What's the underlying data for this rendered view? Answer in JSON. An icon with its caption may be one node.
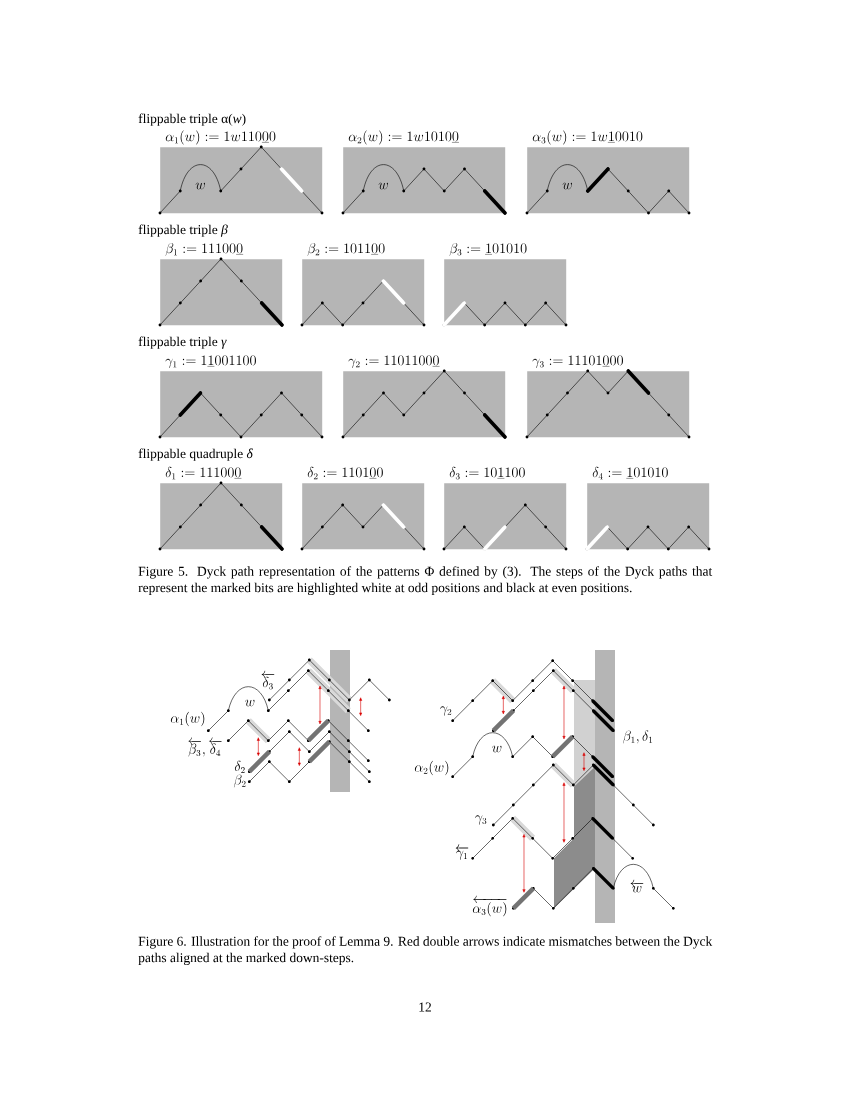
{
  "diagram": {
    "nodes": [
      {
        "text": [
          "\\alpha_1(w) := 1w110\\underline{0}0",
          "w"
        ]
      },
      {
        "text": [
          "\\alpha_2(w) := 1w1010\\underline{0}",
          "w"
        ]
      },
      {
        "text": [
          "\\alpha_3(w) := 1w\\underline{1}0010",
          "w"
        ]
      },
      {
        "text": [
          "\\beta_1 := 11100\\underline{0}"
        ]
      },
      {
        "text": [
          "\\beta_2 := 1011\\underline{0}0"
        ]
      },
      {
        "text": [
          "\\beta_3 := \\underline{1}01010"
        ]
      },
      {
        "text": [
          "\\gamma_1 := 1\\underline{1}001100"
        ]
      },
      {
        "text": [
          "\\gamma_2 := 1101100\\underline{0}"
        ]
      },
      {
        "text": [
          "\\gamma_3 := 11101\\underline{0}00"
        ]
      },
      {
        "text": [
          "\\delta_1 := 11100\\underline{0}"
        ]
      },
      {
        "text": [
          "\\delta_2 := 1101\\underline{0}0"
        ]
      },
      {
        "text": [
          "\\delta_3 := 10\\underline{1}100"
        ]
      },
      {
        "text": [
          "\\delta_4 := \\underline{1}01010"
        ]
      }
    ],
    "labels": [
      "flippable triple α(*w*)",
      "flippable triple *β*",
      "flippable triple *γ*",
      "flippable quadruple *δ*",
      "Figure 5. Dyck path representation of the patterns Φ defined by (3). The steps of the Dyck paths that represent the marked bits are highlighted white at odd positions and black at even positions.",
      "\\overleftarrow{\\delta_3}",
      "w",
      "\\gamma_2",
      "\\alpha_1(w)",
      "\\beta_1, \\delta_1",
      "\\overleftarrow{\\beta_3}, \\overleftarrow{\\delta_4}",
      "w",
      "\\delta_2",
      "\\alpha_2(w)",
      "\\beta_2",
      "\\gamma_3",
      "\\overleftarrow{\\gamma_1}",
      "\\overleftarrow{w}",
      "\\overleftarrow{\\alpha_3(w)}",
      "Figure 6. Illustration for the proof of Lemma 9. Red double arrows indicate mismatches between the Dyck paths aligned at the marked down-steps.",
      "12"
    ]
  }
}
